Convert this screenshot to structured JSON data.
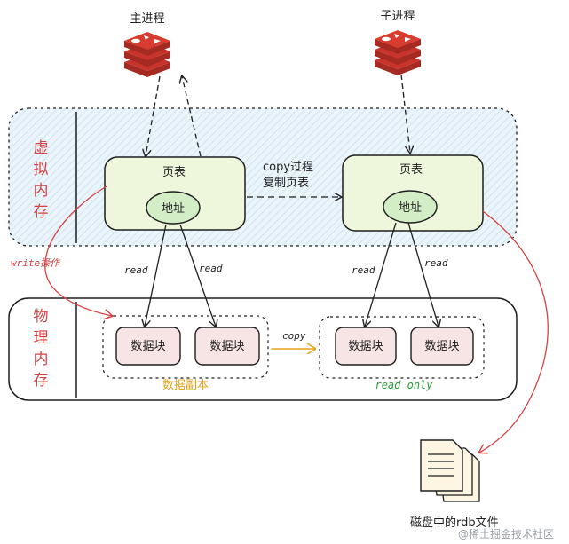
{
  "processes": {
    "main": "主进程",
    "child": "子进程"
  },
  "regions": {
    "virtual_memory": [
      "虚",
      "拟",
      "内",
      "存"
    ],
    "physical_memory": [
      "物",
      "理",
      "内",
      "存"
    ]
  },
  "page_table_label": "页表",
  "address_label": "地址",
  "copy_process": [
    "copy过程",
    "复制页表"
  ],
  "read_label": "read",
  "write_label": "write操作",
  "data_block_label": "数据块",
  "copy_label": "copy",
  "data_copy_label": "数据副本",
  "read_only_label": "read only",
  "disk_label": "磁盘中的rdb文件",
  "watermark": "@稀土掘金技术社区",
  "colors": {
    "redis_red": "#c8342c",
    "accent_red": "#d64242",
    "page_table_fill": "#eef6dc",
    "address_fill": "#d3eec6",
    "data_block_fill": "#f7e4e4",
    "virtual_region_fill": "#e3f1f8",
    "copy_arrow": "#e9a21b",
    "data_copy_text": "#e2a21a",
    "read_only_text": "#2f9a3b"
  }
}
